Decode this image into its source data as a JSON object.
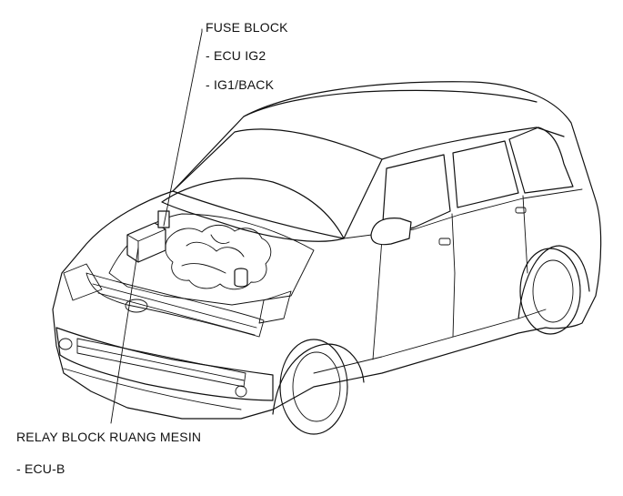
{
  "labels": {
    "fuse_block": "FUSE BLOCK",
    "fuse_item_1": "- ECU IG2",
    "fuse_item_2": "- IG1/BACK",
    "relay_block": "RELAY BLOCK RUANG MESIN",
    "relay_item_1": "- ECU-B"
  },
  "colors": {
    "line": "#111111",
    "background": "#ffffff"
  }
}
